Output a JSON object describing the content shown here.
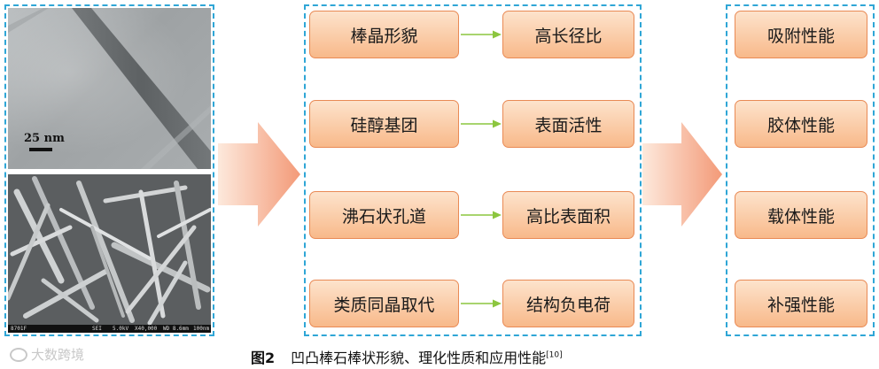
{
  "images": {
    "tem_scale_label": "25 nm",
    "sem_footer": {
      "detector": "8701F",
      "mode": "SEI",
      "voltage": "5.0kV",
      "magnification": "X40,000",
      "wd": "WD 8.6mm",
      "scale": "100nm"
    }
  },
  "structure_features": [
    "棒晶形貌",
    "硅醇基团",
    "沸石状孔道",
    "类质同晶取代"
  ],
  "physicochemical_properties": [
    "高长径比",
    "表面活性",
    "高比表面积",
    "结构负电荷"
  ],
  "application_properties": [
    "吸附性能",
    "胶体性能",
    "载体性能",
    "补强性能"
  ],
  "caption": {
    "figure_number": "图2",
    "text": "凹凸棒石棒状形貌、理化性质和应用性能",
    "reference": "[10]"
  },
  "watermark": "大数跨境",
  "colors": {
    "dashed_border": "#2fa6d6",
    "box_fill_top": "#fde3cc",
    "box_fill_bottom": "#f8b98a",
    "box_border": "#e98a55",
    "connector_arrow": "#8cc63f",
    "big_arrow": "#f4a584"
  }
}
